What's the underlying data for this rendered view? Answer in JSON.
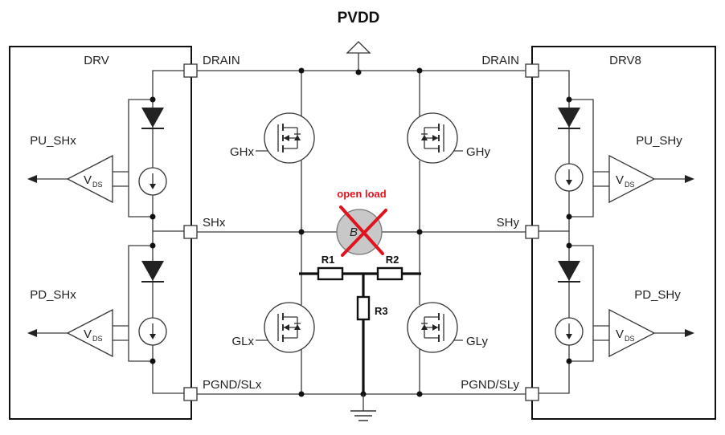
{
  "title": "PVDD",
  "left_block": {
    "name": "DRV",
    "pins": [
      "DRAIN",
      "SHx",
      "PGND/SLx"
    ],
    "pu_label": "PU_SHx",
    "pd_label": "PD_SHx",
    "amp_label": "V",
    "amp_sub": "DS"
  },
  "right_block": {
    "name": "DRV8",
    "pins": [
      "DRAIN",
      "SHy",
      "PGND/SLy"
    ],
    "pu_label": "PU_SHy",
    "pd_label": "PD_SHy",
    "amp_label": "V",
    "amp_sub": "DS"
  },
  "transistors": {
    "ghx": "GHx",
    "ghy": "GHy",
    "glx": "GLx",
    "gly": "GLy"
  },
  "load": {
    "label": "B",
    "status": "open load"
  },
  "resistors": {
    "r1": "R1",
    "r2": "R2",
    "r3": "R3"
  },
  "colors": {
    "accent_red": "#e0141e",
    "wire": "#3a3a3a",
    "motor_fill": "#c8c8c8"
  }
}
